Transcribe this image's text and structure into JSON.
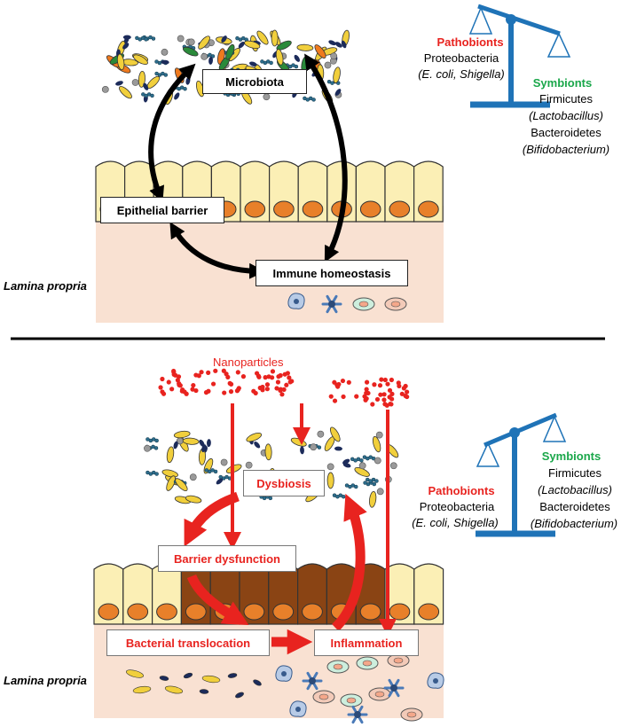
{
  "colors": {
    "pathobiont": "#e8231f",
    "symbiont": "#1aa74a",
    "scale": "#1f73b7",
    "nanoparticle": "#e8231f",
    "tissue": "#f9e1d2",
    "healthy_cell": "#fbefb5",
    "damaged_cell": "#8a4414",
    "nucleus": "#e8802a"
  },
  "top": {
    "boxes": {
      "microbiota": "Microbiota",
      "epithelial": "Epithelial barrier",
      "immune": "Immune homeostasis"
    },
    "lamina": "Lamina propria",
    "scale": {
      "pathobionts_title": "Pathobionts",
      "pathobionts_phylum": "Proteobacteria",
      "pathobionts_genera": "(E. coli, Shigella)",
      "symbionts_title": "Symbionts",
      "symbionts_phylum1": "Firmicutes",
      "symbionts_genus1": "(Lactobacillus)",
      "symbionts_phylum2": "Bacteroidetes",
      "symbionts_genus2": "(Bifidobacterium)"
    }
  },
  "bottom": {
    "nanoparticles": "Nanoparticles",
    "boxes": {
      "dysbiosis": "Dysbiosis",
      "barrier": "Barrier dysfunction",
      "translocation": "Bacterial translocation",
      "inflammation": "Inflammation"
    },
    "lamina": "Lamina propria",
    "scale": {
      "pathobionts_title": "Pathobionts",
      "pathobionts_phylum": "Proteobacteria",
      "pathobionts_genera": "(E. coli, Shigella)",
      "symbionts_title": "Symbionts",
      "symbionts_phylum1": "Firmicutes",
      "symbionts_genus1": "(Lactobacillus)",
      "symbionts_phylum2": "Bacteroidetes",
      "symbionts_genus2": "(Bifidobacterium)"
    }
  }
}
